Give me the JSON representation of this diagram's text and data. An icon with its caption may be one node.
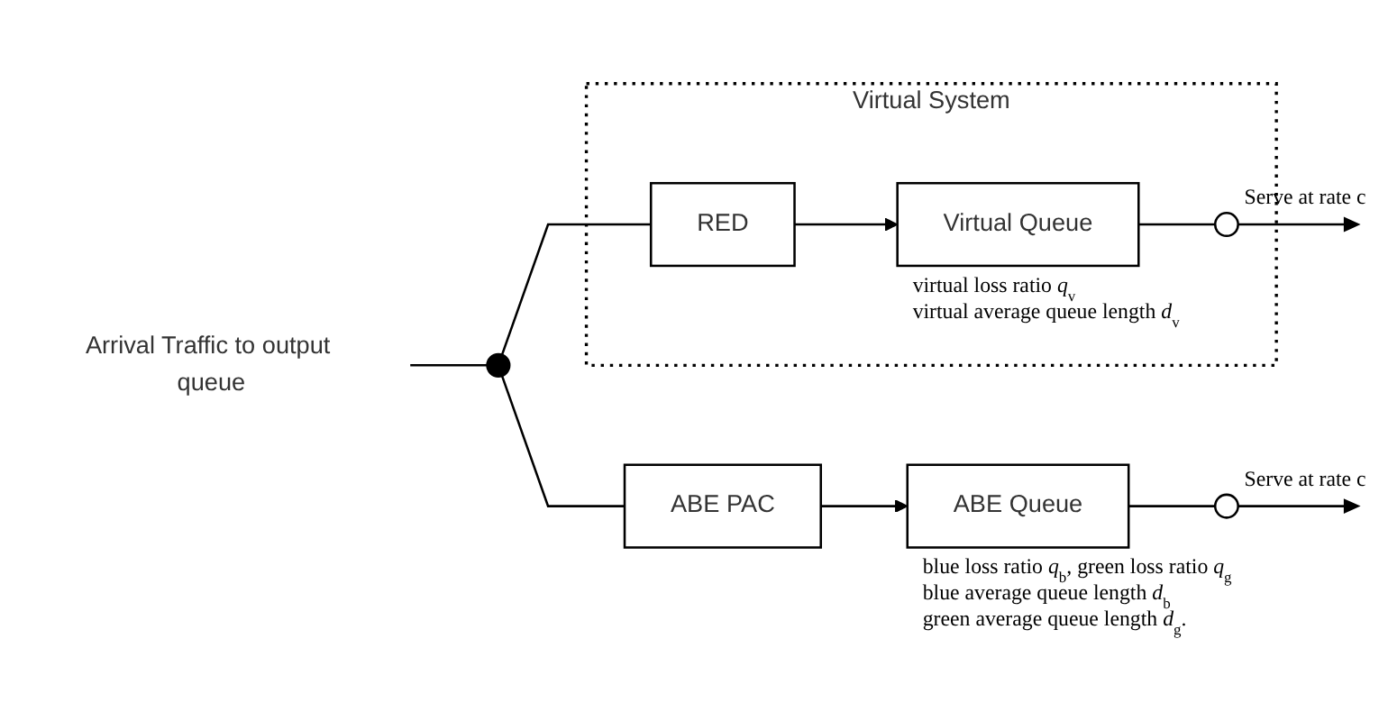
{
  "diagram": {
    "nodes": [
      {
        "text": [
          "Arrival Traffic to output queue"
        ]
      },
      {
        "text": [],
        "shape": "circle"
      },
      {
        "text": [
          "ABE PAC"
        ]
      },
      {
        "text": [
          "ABE Queue"
        ],
        "beside": [
          "blue loss ratio *q*$_{b}$, green loss ratio *q*$_{g}$",
          "blue average queue length *d*$_{b}$",
          "green average queue length *d*$_{g}$."
        ]
      },
      {
        "text": [],
        "shape": "circle",
        "beside": [
          "Serve at rate c"
        ]
      },
      {
        "text": [
          "Virtual System"
        ]
      },
      {
        "text": [
          "RED"
        ],
        "in": 5
      },
      {
        "text": [
          "Virtual Queue"
        ],
        "in": 5,
        "beside": [
          "virtual loss ratio *q*$_{v}$",
          "virtual average queue length *d*$_{v}$"
        ]
      },
      {
        "text": [],
        "shape": "circle",
        "in": 5,
        "beside": [
          "Serve at rate c"
        ]
      }
    ],
    "edges": [
      {
        "from": 0,
        "to": 1,
        "arrow": "none"
      },
      {
        "from": 1,
        "to": 2,
        "arrow": "none"
      },
      {
        "from": 2,
        "to": 3,
        "arrow": "to"
      },
      {
        "from": 3,
        "to": 4,
        "arrow": "none"
      },
      {
        "from": 4,
        "to": null,
        "arrow": "to"
      },
      {
        "from": 1,
        "to": 6,
        "arrow": "none"
      },
      {
        "from": 6,
        "to": 7,
        "arrow": "to"
      },
      {
        "from": 7,
        "to": 8,
        "arrow": "none"
      },
      {
        "from": 8,
        "to": null,
        "arrow": "to"
      }
    ]
  }
}
